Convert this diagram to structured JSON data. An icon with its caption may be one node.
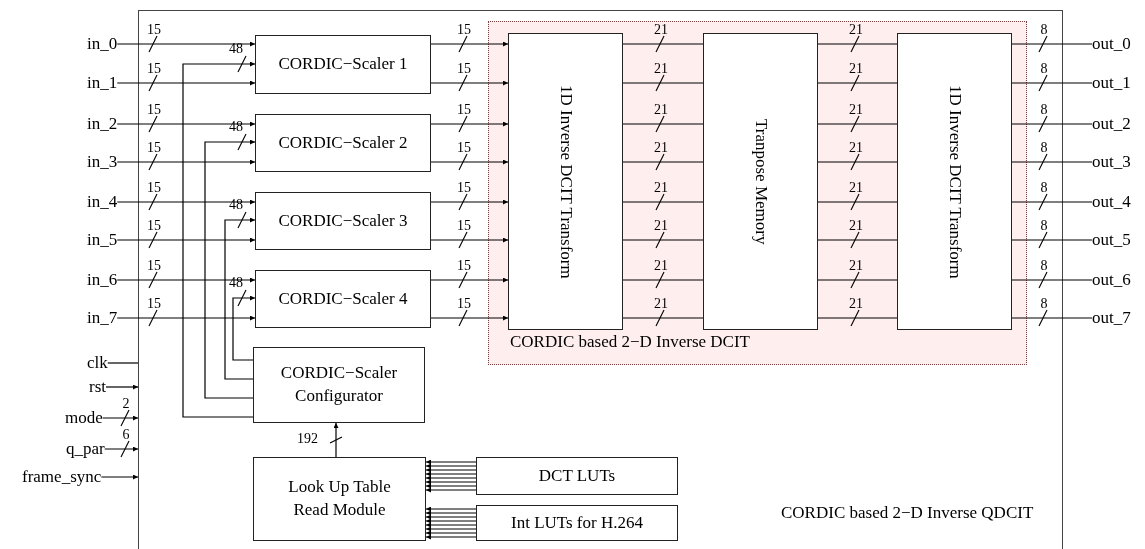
{
  "diagram": {
    "nodes": [
      {
        "text": [
          "CORDIC based 2−D Inverse QDCIT"
        ]
      },
      {
        "text": [
          "in_0"
        ]
      },
      {
        "text": [
          "in_1"
        ]
      },
      {
        "text": [
          "in_2"
        ]
      },
      {
        "text": [
          "in_3"
        ]
      },
      {
        "text": [
          "in_4"
        ]
      },
      {
        "text": [
          "in_5"
        ]
      },
      {
        "text": [
          "in_6"
        ]
      },
      {
        "text": [
          "in_7"
        ]
      },
      {
        "text": [
          "clk"
        ]
      },
      {
        "text": [
          "rst"
        ]
      },
      {
        "text": [
          "mode"
        ]
      },
      {
        "text": [
          "q_par"
        ]
      },
      {
        "text": [
          "frame_sync"
        ]
      },
      {
        "text": [
          "CORDIC−Scaler 1"
        ],
        "in": 0
      },
      {
        "text": [
          "CORDIC−Scaler 2"
        ],
        "in": 0
      },
      {
        "text": [
          "CORDIC−Scaler 3"
        ],
        "in": 0
      },
      {
        "text": [
          "CORDIC−Scaler 4"
        ],
        "in": 0
      },
      {
        "text": [
          "CORDIC−Scaler Configurator"
        ],
        "in": 0
      },
      {
        "text": [
          "Look Up Table Read Module"
        ],
        "in": 0
      },
      {
        "text": [
          "DCT LUTs"
        ],
        "in": 0
      },
      {
        "text": [
          "Int LUTs for H.264"
        ],
        "in": 0
      },
      {
        "text": [
          "CORDIC based 2−D Inverse DCIT"
        ],
        "in": 0
      },
      {
        "text": [
          "1D Inverse DCIT Transform"
        ],
        "in": 22
      },
      {
        "text": [
          "Tranpose Memory"
        ],
        "in": 22
      },
      {
        "text": [
          "1D Inverse DCIT Transform"
        ],
        "in": 22
      },
      {
        "text": [
          "out_0"
        ]
      },
      {
        "text": [
          "out_1"
        ]
      },
      {
        "text": [
          "out_2"
        ]
      },
      {
        "text": [
          "out_3"
        ]
      },
      {
        "text": [
          "out_4"
        ]
      },
      {
        "text": [
          "out_5"
        ]
      },
      {
        "text": [
          "out_6"
        ]
      },
      {
        "text": [
          "out_7"
        ]
      }
    ],
    "edges": [
      {
        "from": 1,
        "to": 14,
        "arrow": "to",
        "label": "15"
      },
      {
        "from": 2,
        "to": 14,
        "arrow": "to",
        "label": "15"
      },
      {
        "from": 3,
        "to": 15,
        "arrow": "to",
        "label": "15"
      },
      {
        "from": 4,
        "to": 15,
        "arrow": "to",
        "label": "15"
      },
      {
        "from": 5,
        "to": 16,
        "arrow": "to",
        "label": "15"
      },
      {
        "from": 6,
        "to": 16,
        "arrow": "to",
        "label": "15"
      },
      {
        "from": 7,
        "to": 17,
        "arrow": "to",
        "label": "15"
      },
      {
        "from": 8,
        "to": 17,
        "arrow": "to",
        "label": "15"
      },
      {
        "from": 18,
        "to": 14,
        "arrow": "to",
        "label": "48"
      },
      {
        "from": 18,
        "to": 15,
        "arrow": "to",
        "label": "48"
      },
      {
        "from": 18,
        "to": 16,
        "arrow": "to",
        "label": "48"
      },
      {
        "from": 18,
        "to": 17,
        "arrow": "to",
        "label": "48"
      },
      {
        "from": 14,
        "to": 23,
        "arrow": "to",
        "label": "15"
      },
      {
        "from": 14,
        "to": 23,
        "arrow": "to",
        "label": "15"
      },
      {
        "from": 15,
        "to": 23,
        "arrow": "to",
        "label": "15"
      },
      {
        "from": 15,
        "to": 23,
        "arrow": "to",
        "label": "15"
      },
      {
        "from": 16,
        "to": 23,
        "arrow": "to",
        "label": "15"
      },
      {
        "from": 16,
        "to": 23,
        "arrow": "to",
        "label": "15"
      },
      {
        "from": 17,
        "to": 23,
        "arrow": "to",
        "label": "15"
      },
      {
        "from": 17,
        "to": 23,
        "arrow": "to",
        "label": "15"
      },
      {
        "from": 23,
        "to": 24,
        "arrow": "none",
        "label": "21"
      },
      {
        "from": 23,
        "to": 24,
        "arrow": "none",
        "label": "21"
      },
      {
        "from": 23,
        "to": 24,
        "arrow": "none",
        "label": "21"
      },
      {
        "from": 23,
        "to": 24,
        "arrow": "none",
        "label": "21"
      },
      {
        "from": 23,
        "to": 24,
        "arrow": "none",
        "label": "21"
      },
      {
        "from": 23,
        "to": 24,
        "arrow": "none",
        "label": "21"
      },
      {
        "from": 23,
        "to": 24,
        "arrow": "none",
        "label": "21"
      },
      {
        "from": 23,
        "to": 24,
        "arrow": "none",
        "label": "21"
      },
      {
        "from": 24,
        "to": 25,
        "arrow": "none",
        "label": "21"
      },
      {
        "from": 24,
        "to": 25,
        "arrow": "none",
        "label": "21"
      },
      {
        "from": 24,
        "to": 25,
        "arrow": "none",
        "label": "21"
      },
      {
        "from": 24,
        "to": 25,
        "arrow": "none",
        "label": "21"
      },
      {
        "from": 24,
        "to": 25,
        "arrow": "none",
        "label": "21"
      },
      {
        "from": 24,
        "to": 25,
        "arrow": "none",
        "label": "21"
      },
      {
        "from": 24,
        "to": 25,
        "arrow": "none",
        "label": "21"
      },
      {
        "from": 24,
        "to": 25,
        "arrow": "none",
        "label": "21"
      },
      {
        "from": 25,
        "to": 26,
        "arrow": "none",
        "label": "8"
      },
      {
        "from": 25,
        "to": 27,
        "arrow": "none",
        "label": "8"
      },
      {
        "from": 25,
        "to": 28,
        "arrow": "none",
        "label": "8"
      },
      {
        "from": 25,
        "to": 29,
        "arrow": "none",
        "label": "8"
      },
      {
        "from": 25,
        "to": 30,
        "arrow": "none",
        "label": "8"
      },
      {
        "from": 25,
        "to": 31,
        "arrow": "none",
        "label": "8"
      },
      {
        "from": 25,
        "to": 32,
        "arrow": "none",
        "label": "8"
      },
      {
        "from": 25,
        "to": 33,
        "arrow": "none",
        "label": "8"
      },
      {
        "from": 9,
        "to": 0,
        "arrow": "none"
      },
      {
        "from": 10,
        "to": 0,
        "arrow": "to"
      },
      {
        "from": 11,
        "to": 0,
        "arrow": "to",
        "label": "2"
      },
      {
        "from": 12,
        "to": 0,
        "arrow": "to",
        "label": "6"
      },
      {
        "from": 13,
        "to": 0,
        "arrow": "to"
      },
      {
        "from": 19,
        "to": 18,
        "arrow": "to",
        "label": "192"
      },
      {
        "from": 20,
        "to": 19,
        "arrow": "to"
      },
      {
        "from": 20,
        "to": 19,
        "arrow": "to"
      },
      {
        "from": 20,
        "to": 19,
        "arrow": "to"
      },
      {
        "from": 20,
        "to": 19,
        "arrow": "to"
      },
      {
        "from": 20,
        "to": 19,
        "arrow": "to"
      },
      {
        "from": 20,
        "to": 19,
        "arrow": "to"
      },
      {
        "from": 20,
        "to": 19,
        "arrow": "to"
      },
      {
        "from": 20,
        "to": 19,
        "arrow": "to"
      },
      {
        "from": 21,
        "to": 19,
        "arrow": "to"
      },
      {
        "from": 21,
        "to": 19,
        "arrow": "to"
      },
      {
        "from": 21,
        "to": 19,
        "arrow": "to"
      },
      {
        "from": 21,
        "to": 19,
        "arrow": "to"
      },
      {
        "from": 21,
        "to": 19,
        "arrow": "to"
      },
      {
        "from": 21,
        "to": 19,
        "arrow": "to"
      },
      {
        "from": 21,
        "to": 19,
        "arrow": "to"
      },
      {
        "from": 21,
        "to": 19,
        "arrow": "to"
      }
    ]
  }
}
